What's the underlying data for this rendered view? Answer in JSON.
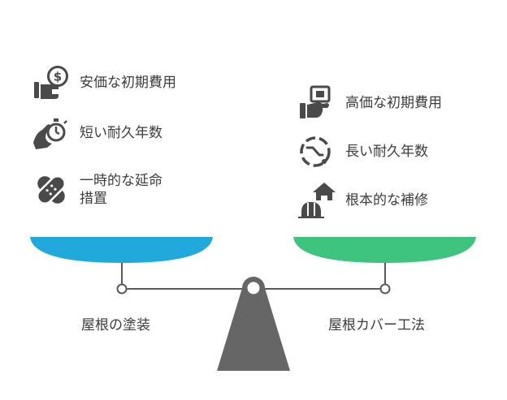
{
  "colors": {
    "left_pan": "#22a9dc",
    "right_pan": "#3ec47e",
    "beam": "#5a5a5a",
    "icon": "#4a4a4a",
    "text": "#3c3c3c"
  },
  "left": {
    "caption": "屋根の塗装",
    "items": [
      {
        "icon": "wallet-dollar-icon",
        "label_lines": [
          "安価な初期費用"
        ]
      },
      {
        "icon": "hand-stopwatch-icon",
        "label_lines": [
          "短い耐久年数"
        ]
      },
      {
        "icon": "bandage-icon",
        "label_lines": [
          "一時的な延命",
          "措置"
        ]
      }
    ]
  },
  "right": {
    "caption": "屋根カバー工法",
    "items": [
      {
        "icon": "hand-money-icon",
        "label_lines": [
          "高価な初期費用"
        ]
      },
      {
        "icon": "dashed-clock-icon",
        "label_lines": [
          "長い耐久年数"
        ]
      },
      {
        "icon": "house-helmet-icon",
        "label_lines": [
          "根本的な補修"
        ]
      }
    ]
  }
}
